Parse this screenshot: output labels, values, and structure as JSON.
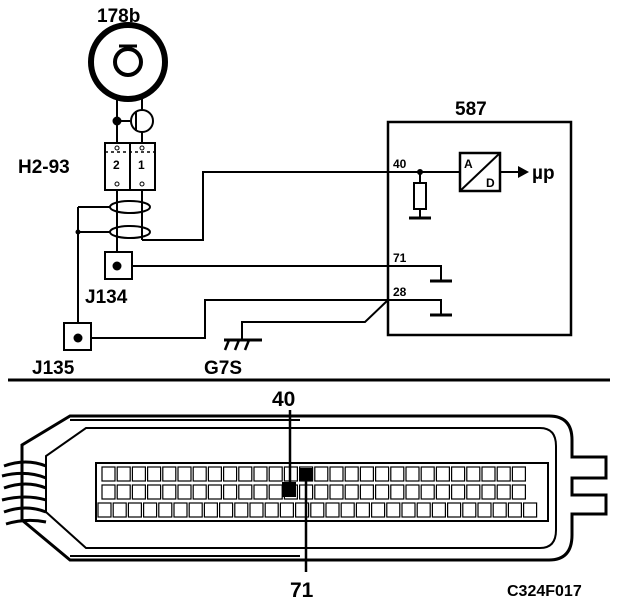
{
  "diagram": {
    "sensor_label": "178b",
    "connector_label": "H2-93",
    "connector_pins": [
      "2",
      "1"
    ],
    "ecu_label": "587",
    "ecu_pins": {
      "p40": "40",
      "p71": "71",
      "p28": "28"
    },
    "adc_top": "A",
    "adc_bottom": "D",
    "output_label": "µp",
    "junction_j134": "J134",
    "junction_j135": "J135",
    "ground_label": "G7S",
    "plug_pin_a": "40",
    "plug_pin_b": "71",
    "figure_code": "C324F017"
  }
}
